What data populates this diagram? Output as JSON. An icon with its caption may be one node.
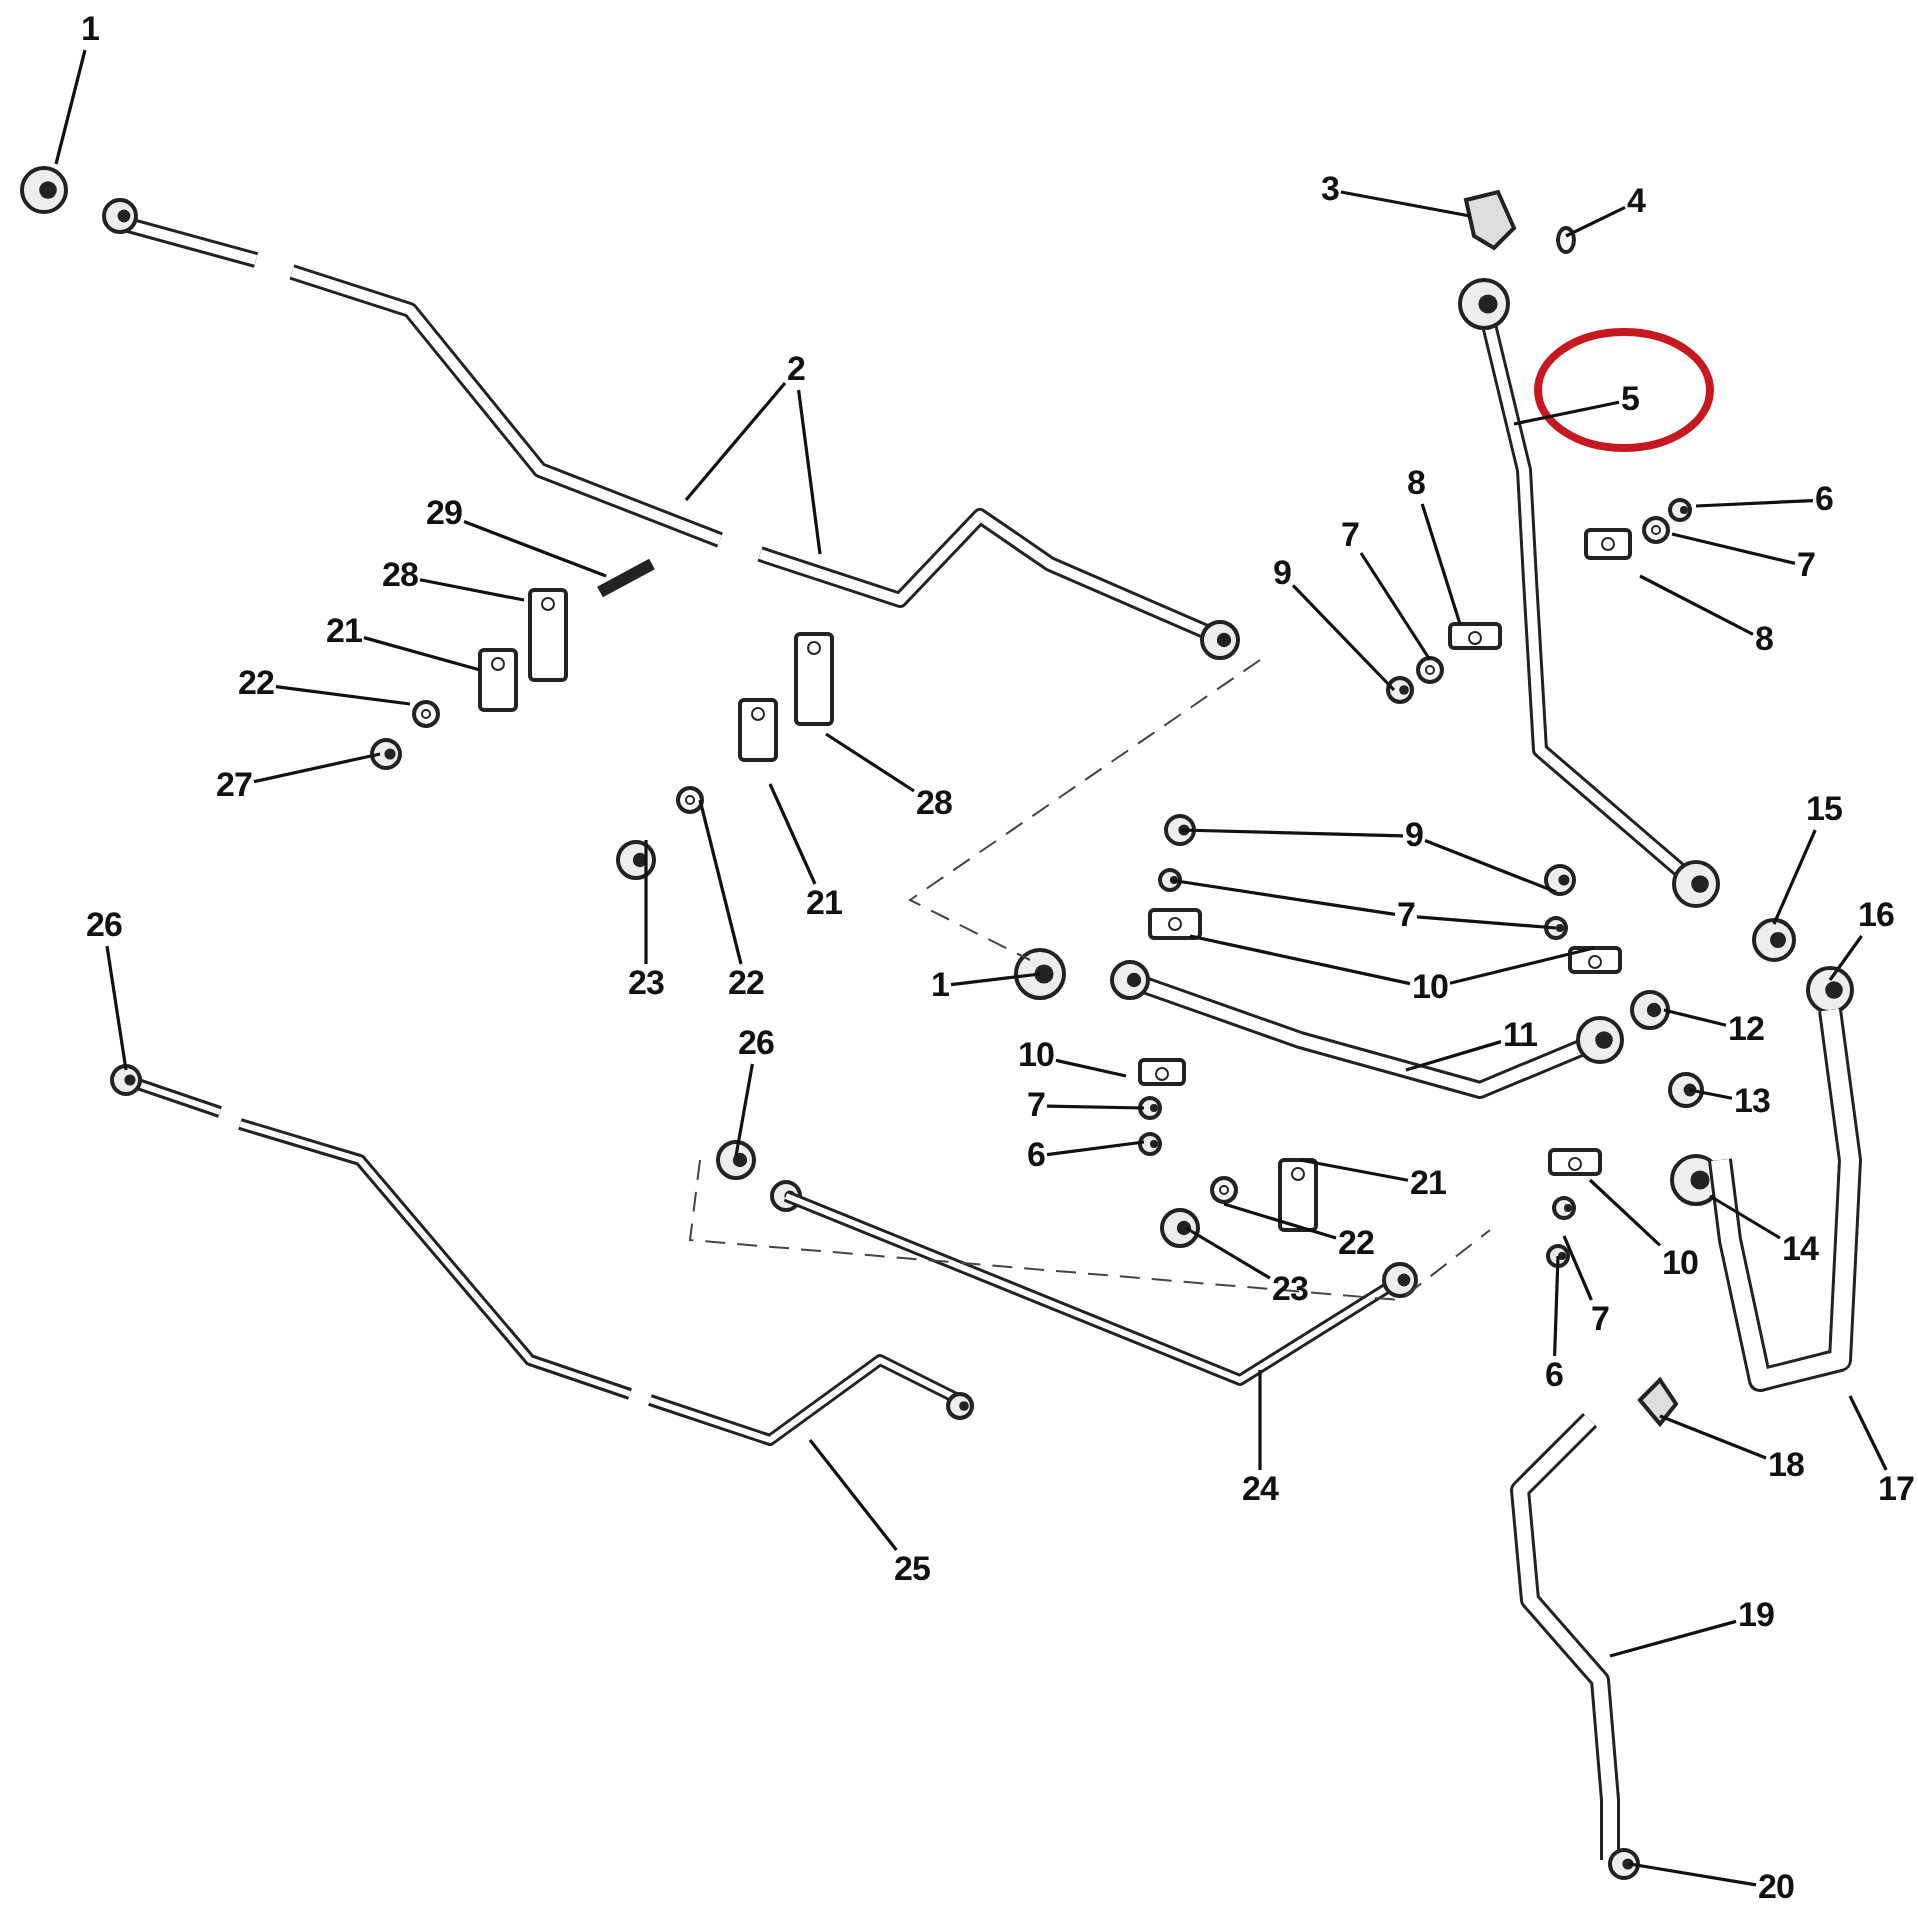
{
  "diagram": {
    "nodes": [
      {
        "text": [
          "1"
        ]
      },
      {
        "text": [
          "3"
        ]
      },
      {
        "text": [
          "4"
        ]
      },
      {
        "text": [
          "2"
        ]
      },
      {
        "text": [
          "5"
        ]
      },
      {
        "text": [
          "6"
        ]
      },
      {
        "text": [
          "29"
        ]
      },
      {
        "text": [
          "8"
        ]
      },
      {
        "text": [
          "7"
        ]
      },
      {
        "text": [
          "28"
        ]
      },
      {
        "text": [
          "9"
        ]
      },
      {
        "text": [
          "7"
        ]
      },
      {
        "text": [
          "21"
        ]
      },
      {
        "text": [
          "8"
        ]
      },
      {
        "text": [
          "22"
        ]
      },
      {
        "text": [
          "27"
        ]
      },
      {
        "text": [
          "28"
        ]
      },
      {
        "text": [
          "9"
        ]
      },
      {
        "text": [
          "15"
        ]
      },
      {
        "text": [
          "23"
        ]
      },
      {
        "text": [
          "22"
        ]
      },
      {
        "text": [
          "21"
        ]
      },
      {
        "text": [
          "7"
        ]
      },
      {
        "text": [
          "16"
        ]
      },
      {
        "text": [
          "26"
        ]
      },
      {
        "text": [
          "10"
        ]
      },
      {
        "text": [
          "1"
        ]
      },
      {
        "text": [
          "12"
        ]
      },
      {
        "text": [
          "11"
        ]
      },
      {
        "text": [
          "26"
        ]
      },
      {
        "text": [
          "10"
        ]
      },
      {
        "text": [
          "13"
        ]
      },
      {
        "text": [
          "7"
        ]
      },
      {
        "text": [
          "6"
        ]
      },
      {
        "text": [
          "21"
        ]
      },
      {
        "text": [
          "14"
        ]
      },
      {
        "text": [
          "22"
        ]
      },
      {
        "text": [
          "10"
        ]
      },
      {
        "text": [
          "23"
        ]
      },
      {
        "text": [
          "7"
        ]
      },
      {
        "text": [
          "6"
        ]
      },
      {
        "text": [
          "24"
        ]
      },
      {
        "text": [
          "18"
        ]
      },
      {
        "text": [
          "17"
        ]
      },
      {
        "text": [
          "25"
        ]
      },
      {
        "text": [
          "19"
        ]
      },
      {
        "text": [
          "20"
        ]
      }
    ],
    "edges": [
      {
        "from": 0,
        "to": null,
        "arrow": "none"
      },
      {
        "from": 1,
        "to": null,
        "arrow": "none"
      },
      {
        "from": 2,
        "to": null,
        "arrow": "none"
      },
      {
        "from": 3,
        "to": null,
        "arrow": "none"
      },
      {
        "from": 3,
        "to": null,
        "arrow": "none"
      },
      {
        "from": 4,
        "to": null,
        "arrow": "none"
      },
      {
        "from": 5,
        "to": null,
        "arrow": "none"
      },
      {
        "from": 6,
        "to": null,
        "arrow": "none"
      },
      {
        "from": 7,
        "to": null,
        "arrow": "none"
      },
      {
        "from": 8,
        "to": null,
        "arrow": "none"
      },
      {
        "from": 9,
        "to": null,
        "arrow": "none"
      },
      {
        "from": 10,
        "to": null,
        "arrow": "none"
      },
      {
        "from": 11,
        "to": null,
        "arrow": "none"
      },
      {
        "from": 12,
        "to": null,
        "arrow": "none"
      },
      {
        "from": 13,
        "to": null,
        "arrow": "none"
      },
      {
        "from": 14,
        "to": null,
        "arrow": "none"
      },
      {
        "from": 15,
        "to": null,
        "arrow": "none"
      },
      {
        "from": 16,
        "to": null,
        "arrow": "none"
      },
      {
        "from": 17,
        "to": null,
        "arrow": "none"
      },
      {
        "from": 17,
        "to": null,
        "arrow": "none"
      },
      {
        "from": 18,
        "to": null,
        "arrow": "none"
      },
      {
        "from": 19,
        "to": null,
        "arrow": "none"
      },
      {
        "from": 20,
        "to": null,
        "arrow": "none"
      },
      {
        "from": 21,
        "to": null,
        "arrow": "none"
      },
      {
        "from": 22,
        "to": null,
        "arrow": "none"
      },
      {
        "from": 22,
        "to": null,
        "arrow": "none"
      },
      {
        "from": 23,
        "to": null,
        "arrow": "none"
      },
      {
        "from": 24,
        "to": null,
        "arrow": "none"
      },
      {
        "from": 25,
        "to": null,
        "arrow": "none"
      },
      {
        "from": 25,
        "to": null,
        "arrow": "none"
      },
      {
        "from": 26,
        "to": null,
        "arrow": "none"
      },
      {
        "from": 27,
        "to": null,
        "arrow": "none"
      },
      {
        "from": 28,
        "to": null,
        "arrow": "none"
      },
      {
        "from": 29,
        "to": null,
        "arrow": "none"
      },
      {
        "from": 30,
        "to": null,
        "arrow": "none"
      },
      {
        "from": 31,
        "to": null,
        "arrow": "none"
      },
      {
        "from": 32,
        "to": null,
        "arrow": "none"
      },
      {
        "from": 33,
        "to": null,
        "arrow": "none"
      },
      {
        "from": 34,
        "to": null,
        "arrow": "none"
      },
      {
        "from": 35,
        "to": null,
        "arrow": "none"
      },
      {
        "from": 36,
        "to": null,
        "arrow": "none"
      },
      {
        "from": 37,
        "to": null,
        "arrow": "none"
      },
      {
        "from": 38,
        "to": null,
        "arrow": "none"
      },
      {
        "from": 39,
        "to": null,
        "arrow": "none"
      },
      {
        "from": 40,
        "to": null,
        "arrow": "none"
      },
      {
        "from": 41,
        "to": null,
        "arrow": "none"
      },
      {
        "from": 42,
        "to": null,
        "arrow": "none"
      },
      {
        "from": 43,
        "to": null,
        "arrow": "none"
      },
      {
        "from": 44,
        "to": null,
        "arrow": "none"
      },
      {
        "from": 45,
        "to": null,
        "arrow": "none"
      },
      {
        "from": 46,
        "to": null,
        "arrow": "none"
      }
    ]
  }
}
